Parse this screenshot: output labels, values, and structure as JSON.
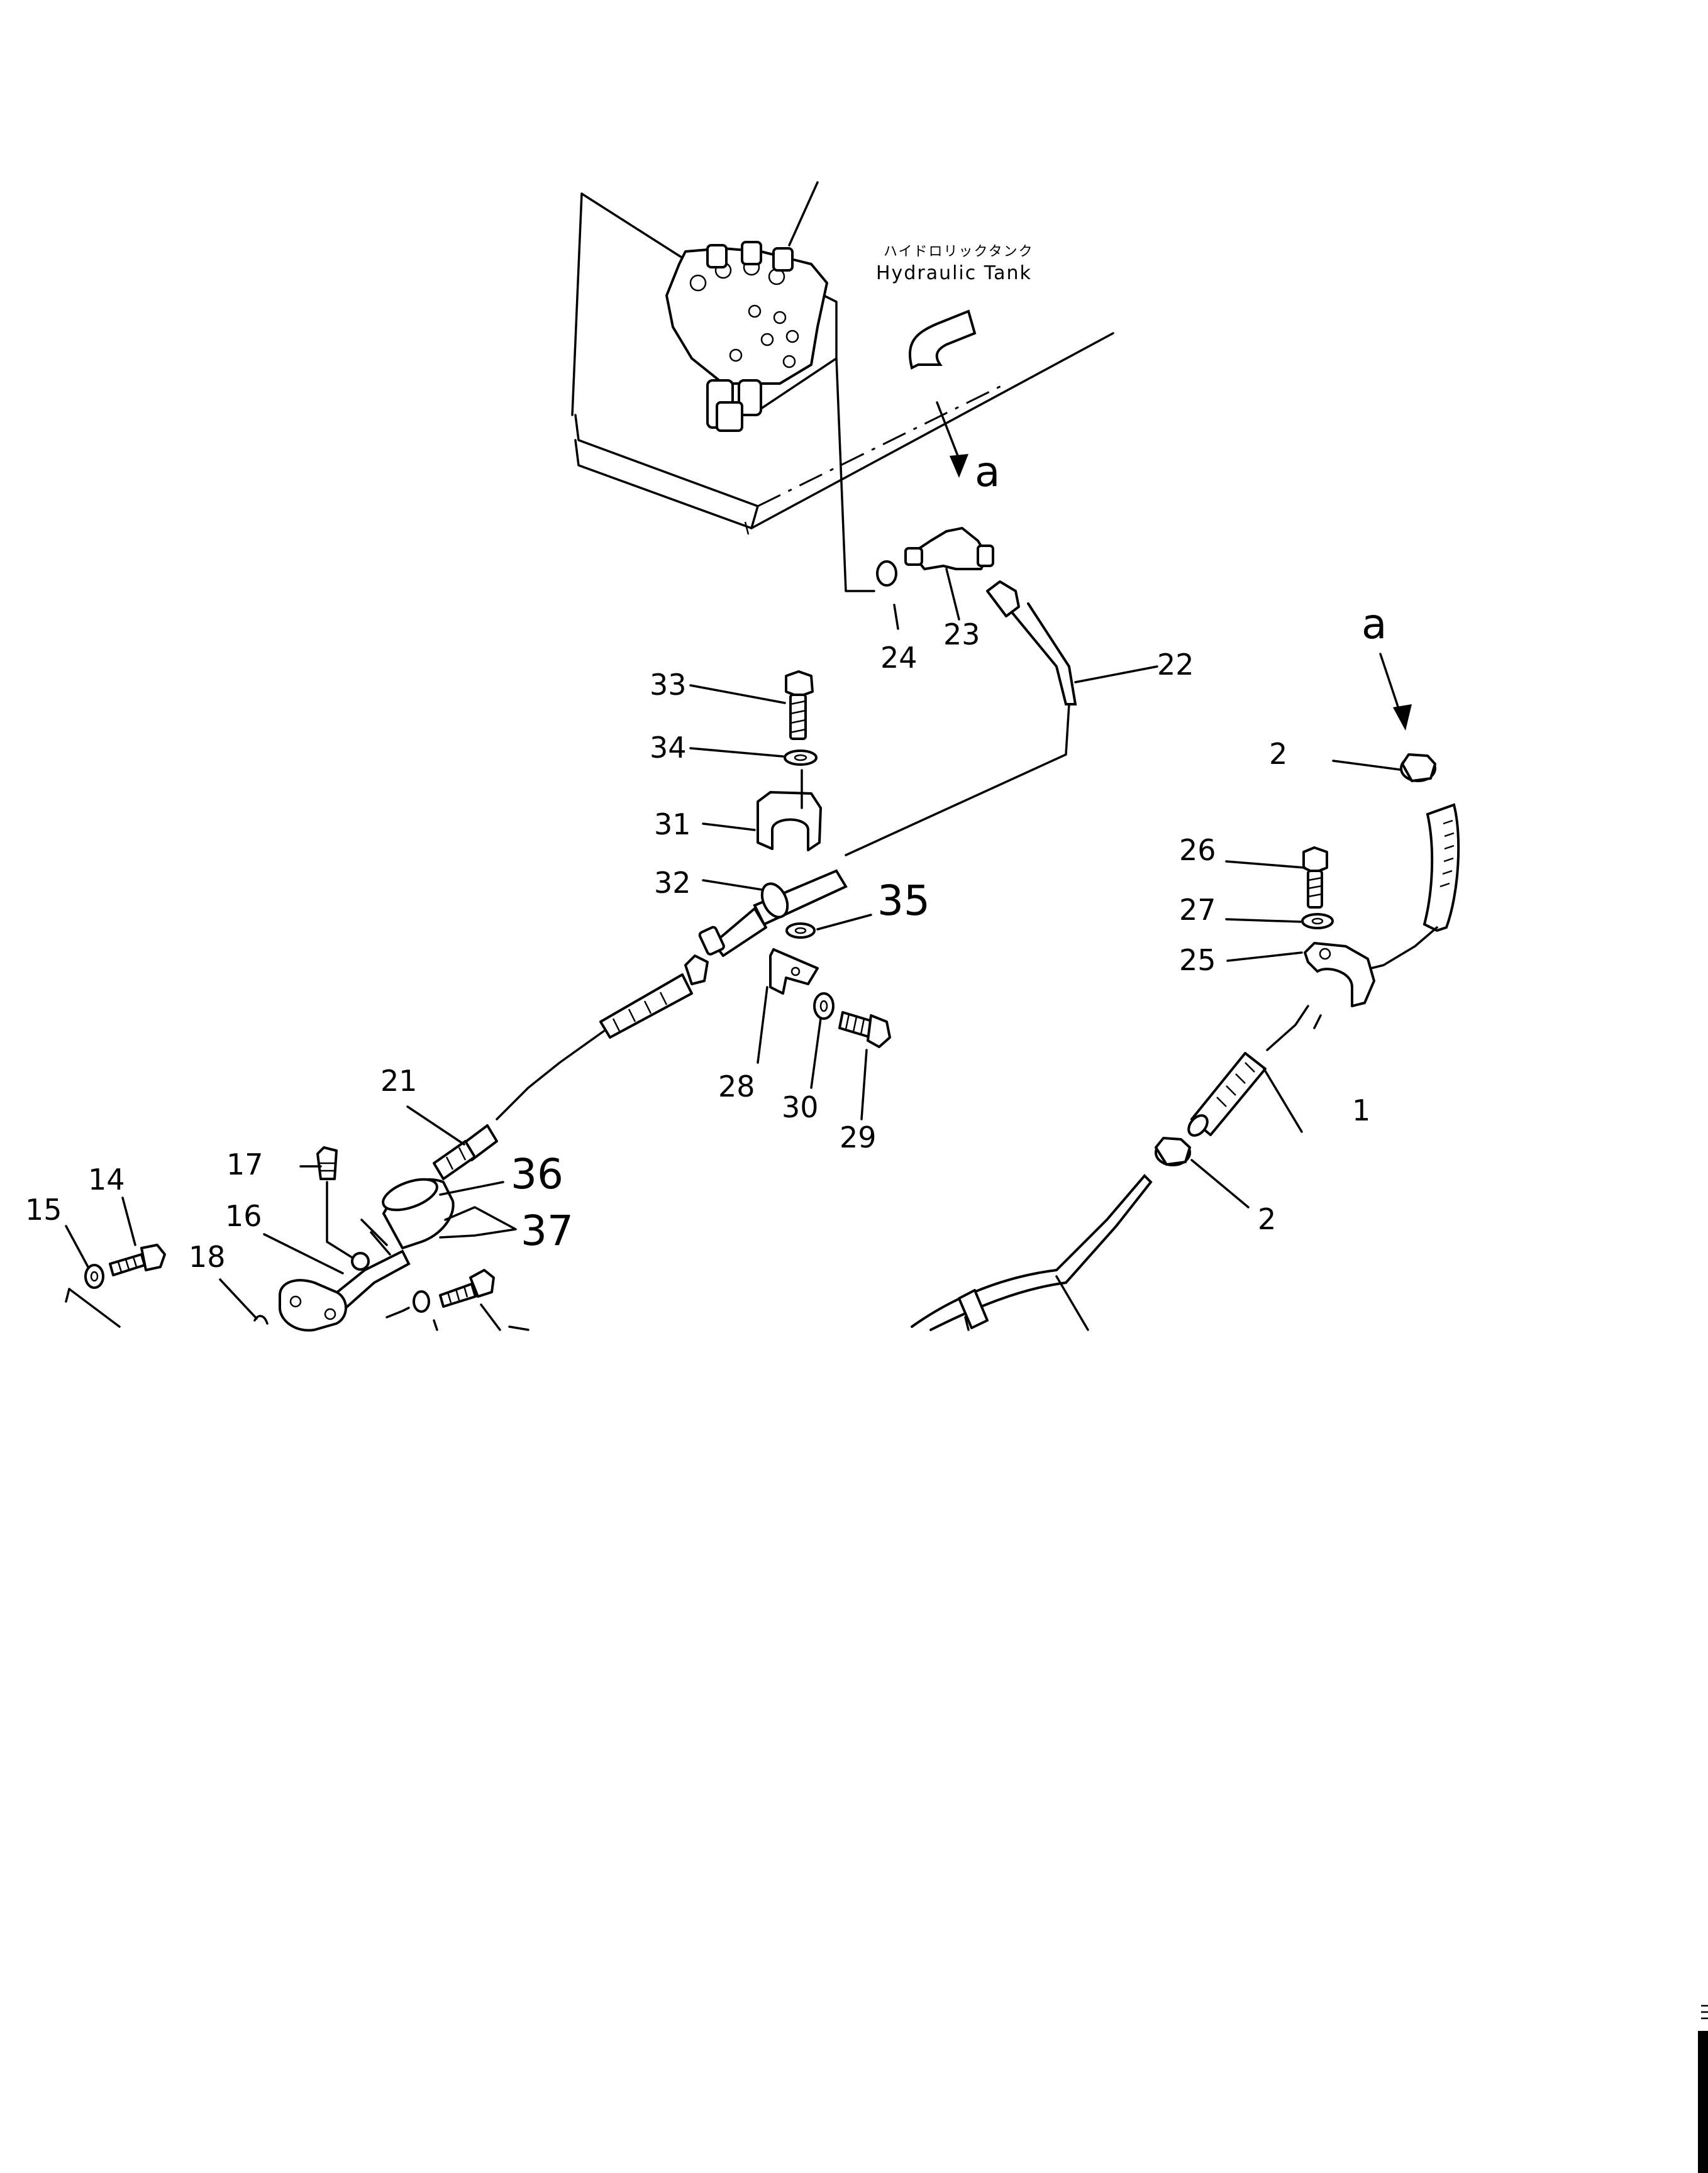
{
  "diagram": {
    "tank_label_jp": "ハイドロリックタンク",
    "tank_label_en": "Hydraulic Tank",
    "view_marker_top": "a",
    "view_marker_right": "a",
    "callouts": {
      "c1": "1",
      "c2_top": "2",
      "c2_bottom": "2",
      "c14": "14",
      "c15": "15",
      "c16": "16",
      "c17": "17",
      "c18": "18",
      "c21": "21",
      "c22": "22",
      "c23": "23",
      "c24": "24",
      "c25": "25",
      "c26": "26",
      "c27": "27",
      "c28": "28",
      "c29": "29",
      "c30": "30",
      "c31": "31",
      "c32": "32",
      "c33": "33",
      "c34": "34",
      "c35": "35",
      "c36": "36",
      "c37": "37"
    }
  }
}
